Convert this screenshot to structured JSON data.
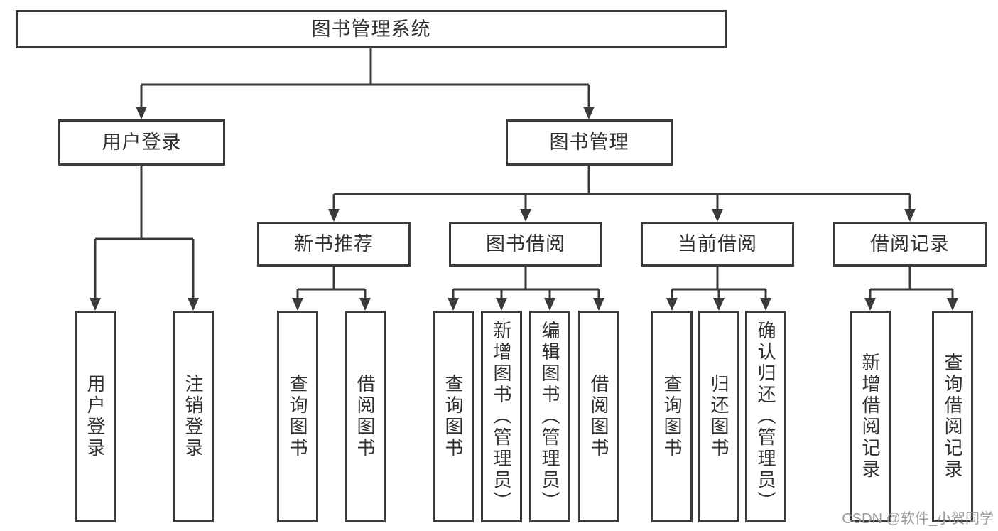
{
  "diagram": {
    "root": "图书管理系统",
    "level2": [
      {
        "label": "用户登录",
        "leaves": [
          "用户登录",
          "注销登录"
        ]
      },
      {
        "label": "图书管理",
        "groups": [
          {
            "label": "新书推荐",
            "leaves": [
              "查询图书",
              "借阅图书"
            ]
          },
          {
            "label": "图书借阅",
            "leaves": [
              "查询图书",
              "新增图书（管理员）",
              "编辑图书（管理员）",
              "借阅图书"
            ]
          },
          {
            "label": "当前借阅",
            "leaves": [
              "查询图书",
              "归还图书",
              "确认归还（管理员）"
            ]
          },
          {
            "label": "借阅记录",
            "leaves": [
              "新增借阅记录",
              "查询借阅记录"
            ]
          }
        ]
      }
    ]
  },
  "watermark": {
    "text": "CSDN @软件_小贺同学"
  },
  "colors": {
    "line": "#3a3a3a",
    "text": "#2f2f2f",
    "box_background": "#ffffff",
    "watermark": "#9c9c9c",
    "page_background": "#ffffff"
  }
}
